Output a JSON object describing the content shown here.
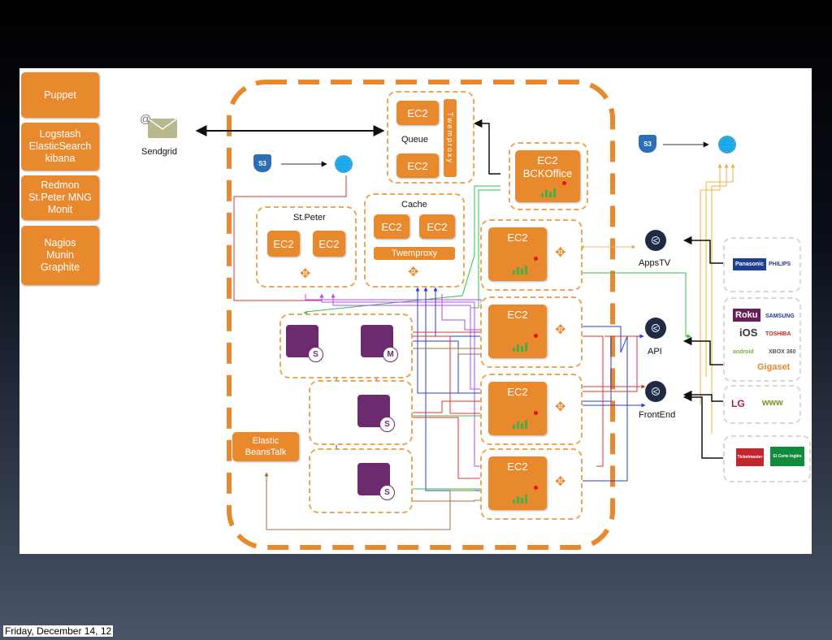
{
  "side_panels": [
    {
      "label": "Puppet"
    },
    {
      "label": "Logstash\nElasticSearch\nkibana"
    },
    {
      "label": "Redmon\nSt.Peter MNG\nMonit"
    },
    {
      "label": "Nagios\nMunin\nGraphite"
    }
  ],
  "sendgrid": {
    "label": "Sendgrid",
    "icon": "@"
  },
  "s3_label": "S3",
  "queue": {
    "label": "Queue",
    "ec2_top": "EC2",
    "ec2_bottom": "EC2",
    "twemproxy_vertical": "Twemproxy"
  },
  "bckoffice": {
    "label": "EC2\nBCKOffice"
  },
  "cache": {
    "label": "Cache",
    "ec2_left": "EC2",
    "ec2_right": "EC2",
    "twemproxy": "Twemproxy"
  },
  "stpeter": {
    "label": "St.Peter",
    "ec2_left": "EC2",
    "ec2_right": "EC2"
  },
  "app_servers": [
    {
      "label": "EC2"
    },
    {
      "label": "EC2"
    },
    {
      "label": "EC2"
    },
    {
      "label": "EC2"
    }
  ],
  "databases": {
    "slave_badge": "S",
    "master_badge": "M"
  },
  "beanstalk": {
    "label": "Elastic\nBeansTalk"
  },
  "endpoints": [
    {
      "label": "AppsTV"
    },
    {
      "label": "API"
    },
    {
      "label": "FrontEnd"
    }
  ],
  "clients": {
    "tv": [
      "Panasonic",
      "PHILIPS"
    ],
    "devices": [
      "Roku",
      "SAMSUNG",
      "iOS",
      "TOSHIBA",
      "android",
      "XBOX 360",
      "Gigaset"
    ],
    "web": [
      "LG",
      "www"
    ],
    "shops": [
      "Ticketmaster",
      "El Corte Inglés"
    ]
  },
  "colors": {
    "accent": "#e8892e",
    "dashed": "#eca559",
    "db": "#6b2b6e",
    "hub": "#1f2a44"
  },
  "footer": {
    "date": "Friday, December 14, 12"
  }
}
